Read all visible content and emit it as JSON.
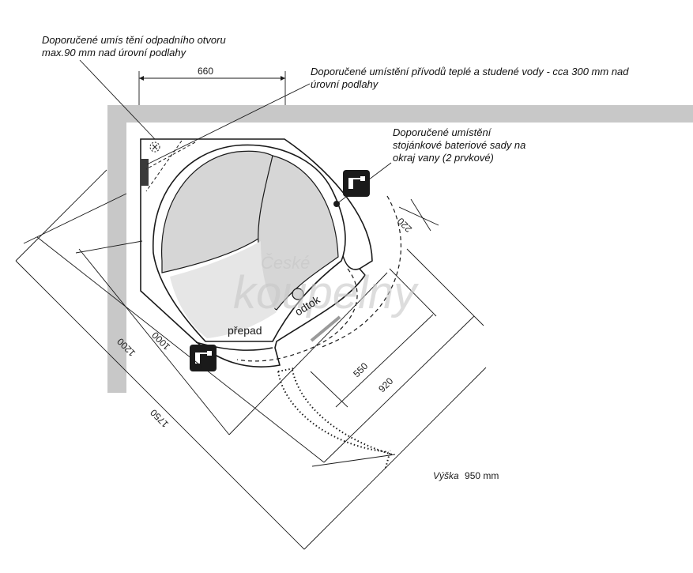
{
  "notes": {
    "drain_line1": "Doporučené umís tění odpadního otvoru",
    "drain_line2": "max.90 mm nad úrovní podlahy",
    "supply_line1": "Doporučené umístění přívodů teplé a studené vody - cca 300 mm nad",
    "supply_line2": "úrovní podlahy",
    "faucet_line1": "Doporučené umístění",
    "faucet_line2": "stojánkové bateriové sady na",
    "faucet_line3": "okraj vany (2 prvkové)"
  },
  "labels": {
    "odtok": "odtok",
    "prepad": "přepad",
    "height_label": "Výška",
    "height_value": "950 mm"
  },
  "dimensions": {
    "d660": "660",
    "d220": "220",
    "d550": "550",
    "d920": "920",
    "d1000": "1000",
    "d1200": "1200",
    "d1750": "1750"
  },
  "watermark": {
    "line1": "České",
    "line2": "koupelny"
  },
  "colors": {
    "wall": "#c8c8c8",
    "basin": "#d6d6d6",
    "line": "#1a1a1a",
    "faucet_icon_bg": "#1a1a1a",
    "overflow_bar": "#9a9a9a"
  }
}
